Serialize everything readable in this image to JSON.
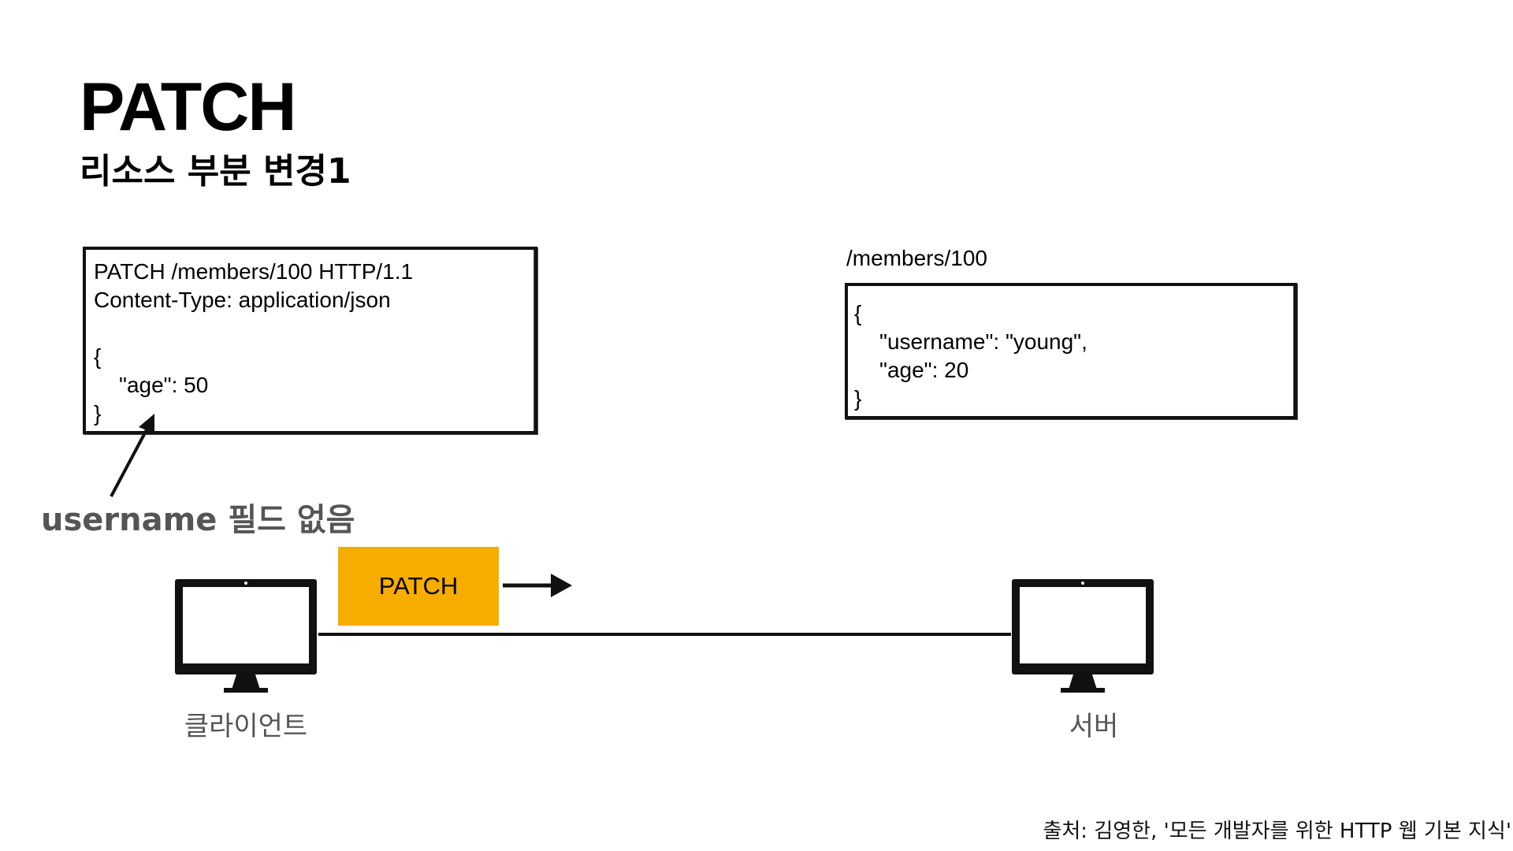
{
  "slide": {
    "title": "PATCH",
    "subtitle": "리소스 부분 변경1"
  },
  "request": {
    "line1": "PATCH /members/100 HTTP/1.1",
    "line2": "Content-Type: application/json",
    "open_brace": "{",
    "body_line": "\"age\": 50",
    "close_brace": "}"
  },
  "resource": {
    "path": "/members/100",
    "open_brace": "{",
    "username_line": "\"username\": \"young\",",
    "age_line": "\"age\": 20",
    "close_brace": "}"
  },
  "annotation": {
    "text": "username 필드 없음"
  },
  "method_tag": {
    "label": "PATCH",
    "color": "#f7ad00"
  },
  "nodes": {
    "client_label": "클라이언트",
    "server_label": "서버"
  },
  "credit": "출처: 김영한, '모든 개발자를 위한 HTTP 웹 기본 지식'",
  "icons": {
    "client": "monitor-icon",
    "server": "monitor-icon"
  }
}
